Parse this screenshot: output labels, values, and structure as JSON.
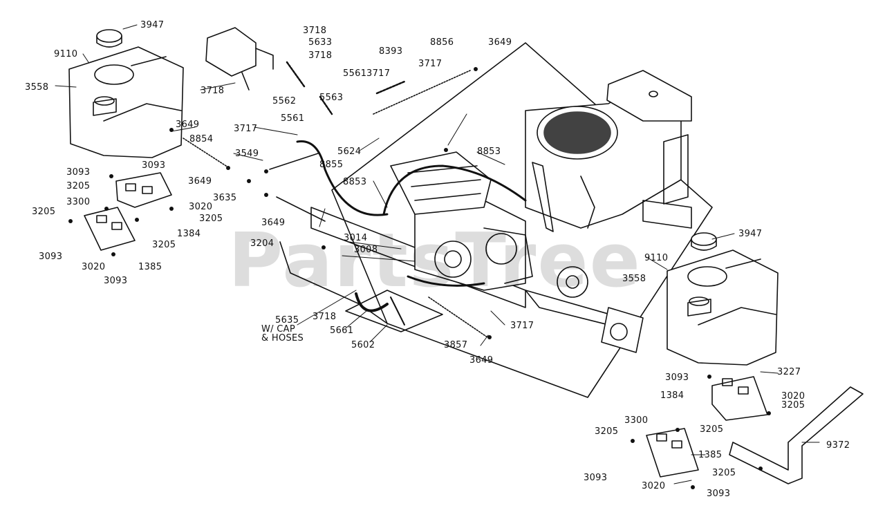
{
  "watermark": "PartsTree",
  "colors": {
    "ink": "#111111",
    "paper": "#ffffff"
  },
  "labels": [
    "3947",
    "9110",
    "3558",
    "3718",
    "5633",
    "3718",
    "8393",
    "8856",
    "3649",
    "3718",
    "5561",
    "3717",
    "3717",
    "5562",
    "5563",
    "3649",
    "5561",
    "3717",
    "8854",
    "5624",
    "3093",
    "3093",
    "3549",
    "8855",
    "8853",
    "3205",
    "3649",
    "8853",
    "3300",
    "3020",
    "3635",
    "3205",
    "3205",
    "3649",
    "1384",
    "3204",
    "3014",
    "3008",
    "3205",
    "3093",
    "1385",
    "3020",
    "3093",
    "5635",
    "W/ CAP\n& HOSES",
    "3718",
    "5661",
    "5602",
    "3717",
    "3857",
    "3649",
    "3947",
    "9110",
    "3558",
    "3093",
    "3227",
    "1384",
    "3020",
    "3205",
    "3300",
    "3205",
    "3205",
    "9372",
    "1385",
    "3205",
    "3093",
    "3020",
    "3093"
  ]
}
